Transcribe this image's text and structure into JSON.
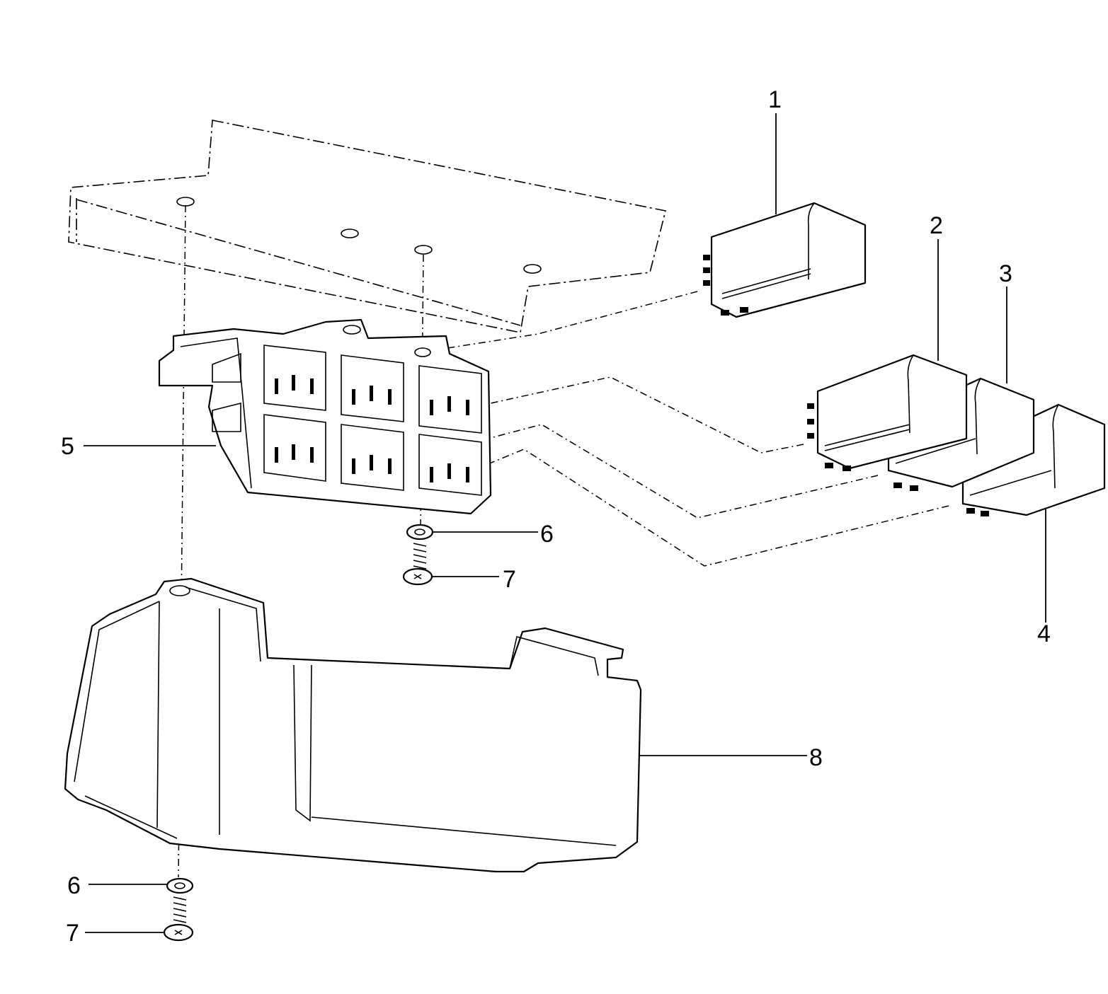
{
  "callouts": {
    "c1": "1",
    "c2": "2",
    "c3": "3",
    "c4": "4",
    "c5": "5",
    "c6a": "6",
    "c7a": "7",
    "c8": "8",
    "c6b": "6",
    "c7b": "7"
  },
  "colors": {
    "ink": "#000000",
    "paper": "#ffffff"
  }
}
